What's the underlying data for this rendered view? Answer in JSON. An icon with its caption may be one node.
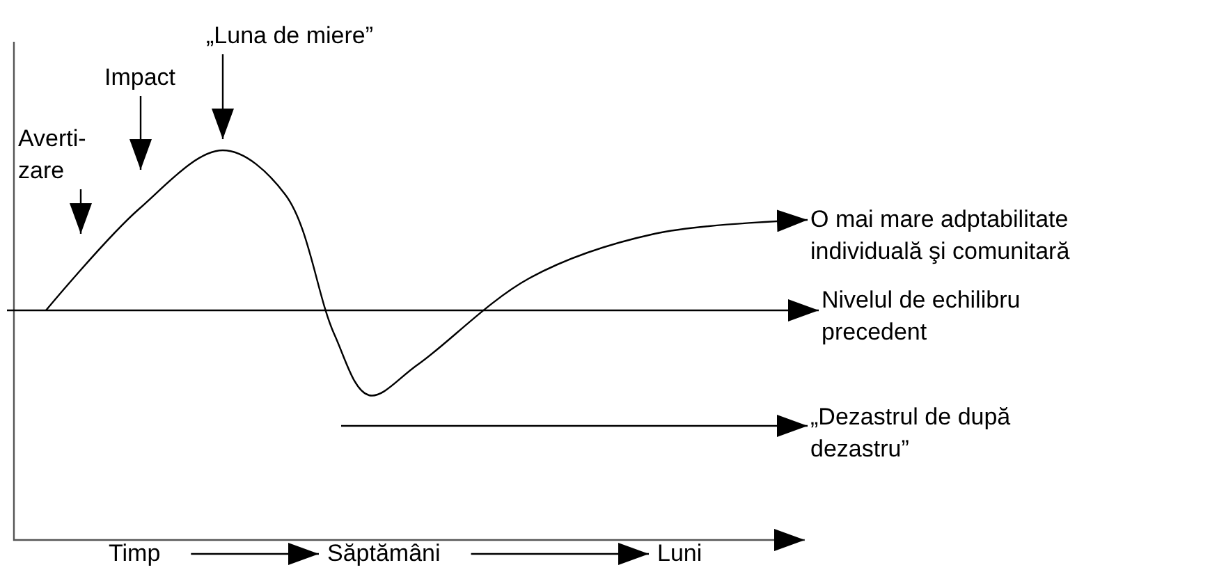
{
  "diagram": {
    "nodes": [
      {
        "text": [
          "Averti-zare"
        ]
      },
      {
        "text": [
          "Impact"
        ]
      },
      {
        "text": [
          "„Luna de miere”"
        ]
      },
      {
        "text": [
          "O mai mare adptabilitate individuală şi comunitară"
        ]
      },
      {
        "text": [
          "Nivelul de echilibru precedent"
        ]
      },
      {
        "text": [
          "„Dezastrul de după dezastru”"
        ]
      },
      {
        "text": [
          "Timp"
        ]
      },
      {
        "text": [
          "Săptămâni"
        ]
      },
      {
        "text": [
          "Luni"
        ]
      }
    ],
    "edges": [
      {
        "from": 0,
        "to": null,
        "arrow": "to"
      },
      {
        "from": 1,
        "to": null,
        "arrow": "to"
      },
      {
        "from": 2,
        "to": null,
        "arrow": "to"
      },
      {
        "from": null,
        "to": 3,
        "arrow": "to"
      },
      {
        "from": null,
        "to": 4,
        "arrow": "to"
      },
      {
        "from": null,
        "to": 5,
        "arrow": "to"
      },
      {
        "from": 6,
        "to": 7,
        "arrow": "to"
      },
      {
        "from": 7,
        "to": 8,
        "arrow": "to"
      }
    ]
  }
}
